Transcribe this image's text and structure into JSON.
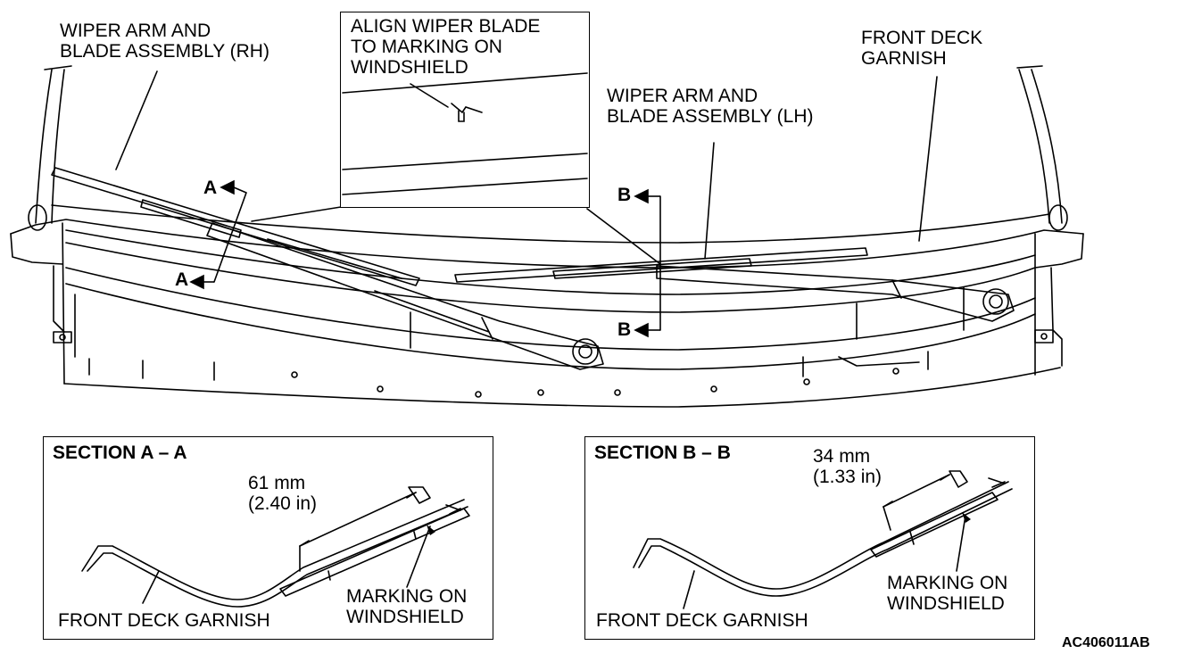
{
  "main_labels": {
    "rh_wiper_line1": "WIPER ARM AND",
    "rh_wiper_line2": "BLADE ASSEMBLY (RH)",
    "align_line1": "ALIGN WIPER BLADE",
    "align_line2": "TO MARKING ON",
    "align_line3": "WINDSHIELD",
    "lh_wiper_line1": "WIPER ARM AND",
    "lh_wiper_line2": "BLADE ASSEMBLY (LH)",
    "deck_line1": "FRONT DECK",
    "deck_line2": "GARNISH",
    "marker_a": "A",
    "marker_b": "B"
  },
  "section_a": {
    "title": "SECTION A – A",
    "dim_mm": "61 mm",
    "dim_in": "(2.40 in)",
    "garnish_label": "FRONT DECK GARNISH",
    "marking_line1": "MARKING ON",
    "marking_line2": "WINDSHIELD"
  },
  "section_b": {
    "title": "SECTION B – B",
    "dim_mm": "34 mm",
    "dim_in": "(1.33 in)",
    "garnish_label": "FRONT DECK GARNISH",
    "marking_line1": "MARKING ON",
    "marking_line2": "WINDSHIELD"
  },
  "figure_id": "AC406011AB"
}
